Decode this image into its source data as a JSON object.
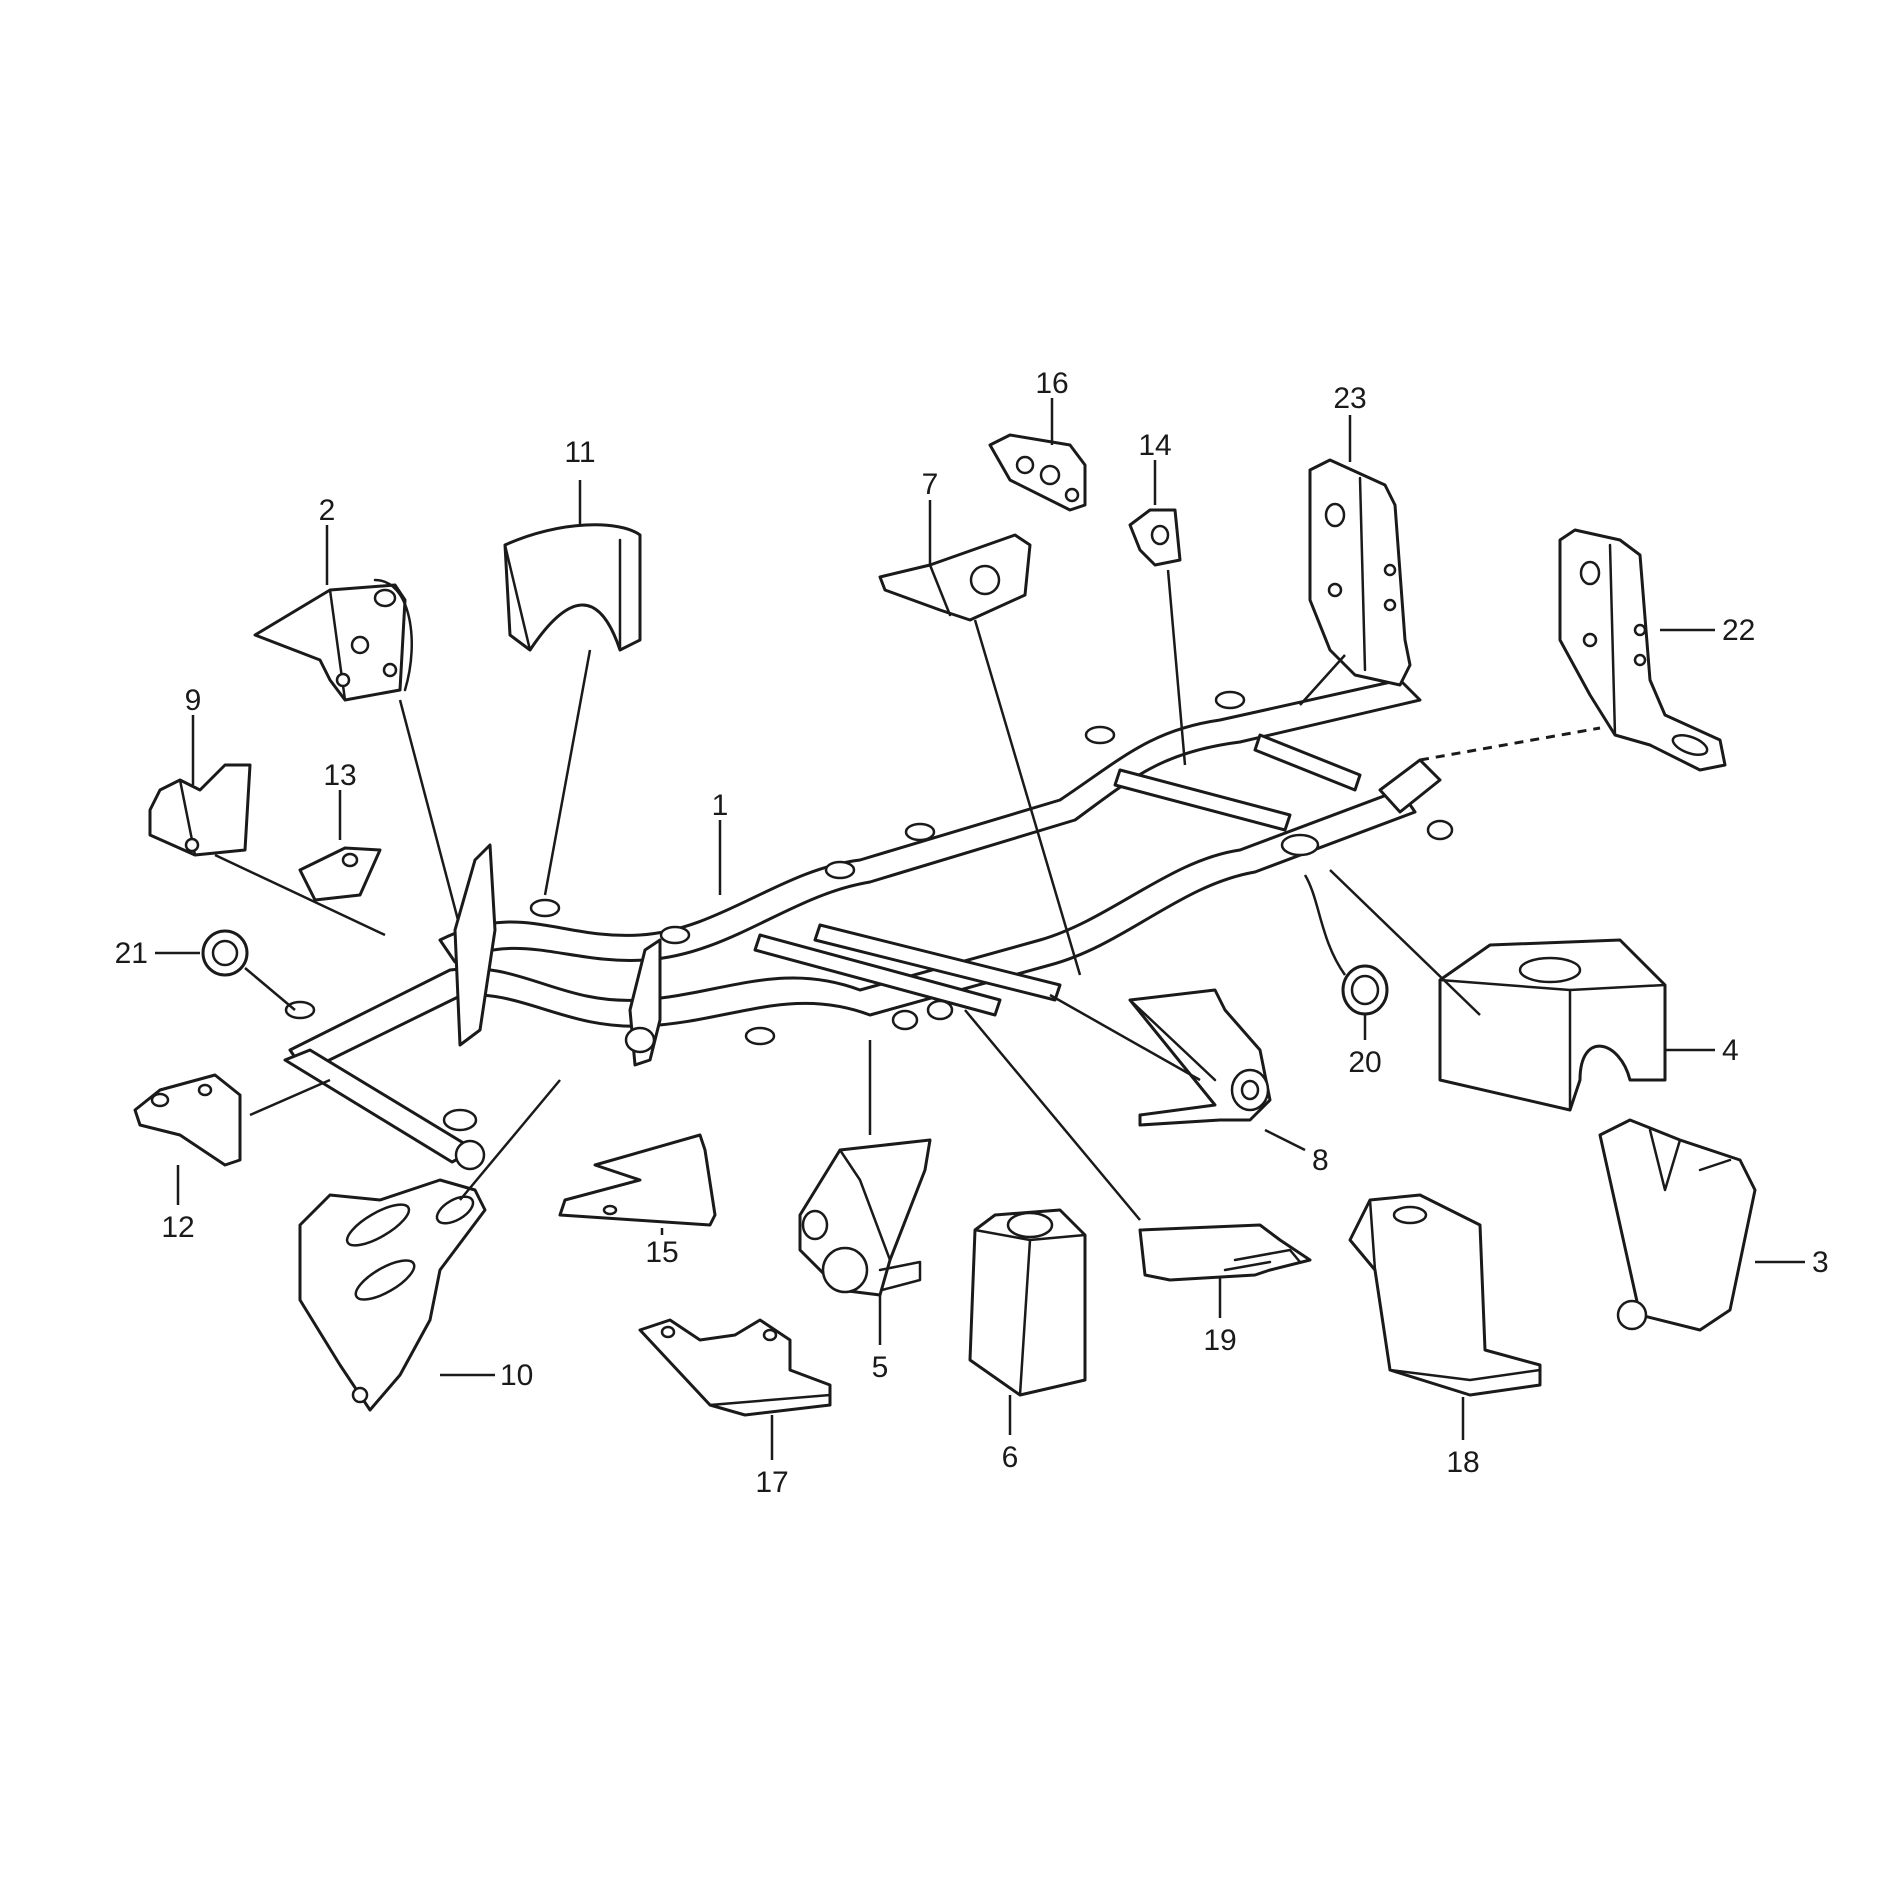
{
  "diagram": {
    "part_numbers": [
      "1",
      "2",
      "3",
      "4",
      "5",
      "6",
      "7",
      "8",
      "9",
      "10",
      "11",
      "12",
      "13",
      "14",
      "15",
      "16",
      "17",
      "18",
      "19",
      "20",
      "21",
      "22",
      "23"
    ]
  }
}
